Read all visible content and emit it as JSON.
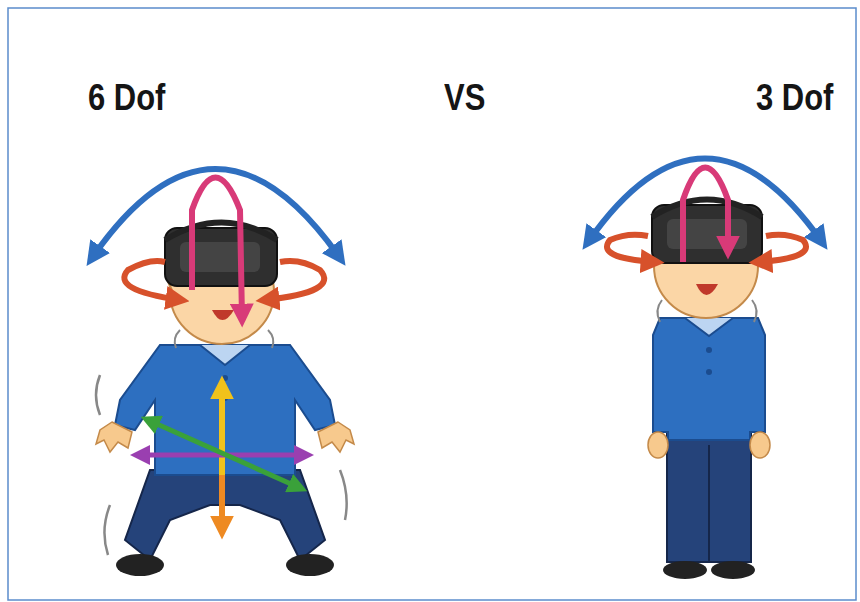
{
  "diagram": {
    "labels": [
      "6 Dof",
      "VS",
      "3 Dof"
    ]
  }
}
